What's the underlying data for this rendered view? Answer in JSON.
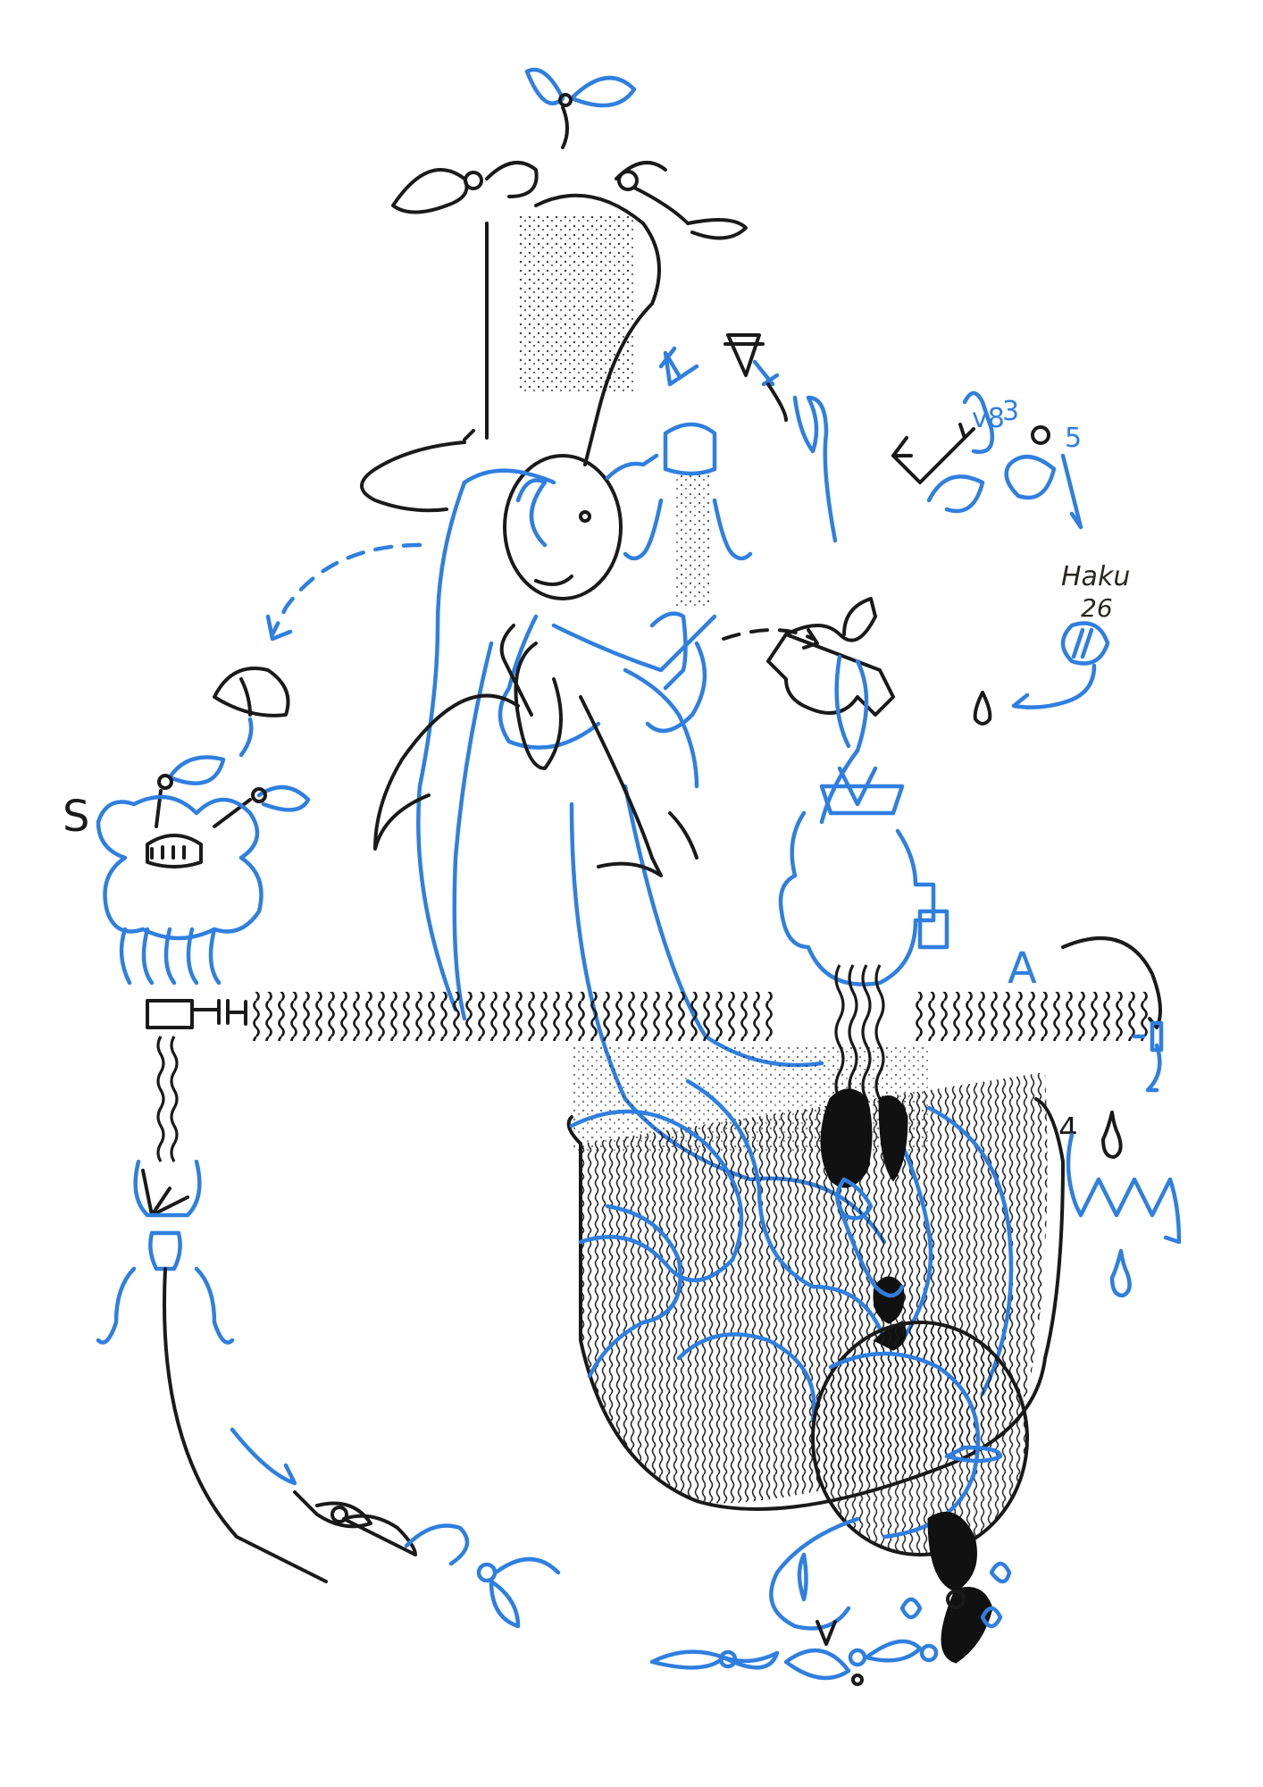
{
  "artwork": {
    "background": "#ffffff",
    "ink_black": "#1a1a1a",
    "ink_blue": "#2f7fe0",
    "signature": {
      "line1": "Haku",
      "line2": "26"
    },
    "annotations": {
      "left_letter": "S",
      "right_letter": "A",
      "right_number": "4",
      "top_number_3": "3",
      "top_number_5": "5",
      "top_mark": "v8"
    }
  }
}
